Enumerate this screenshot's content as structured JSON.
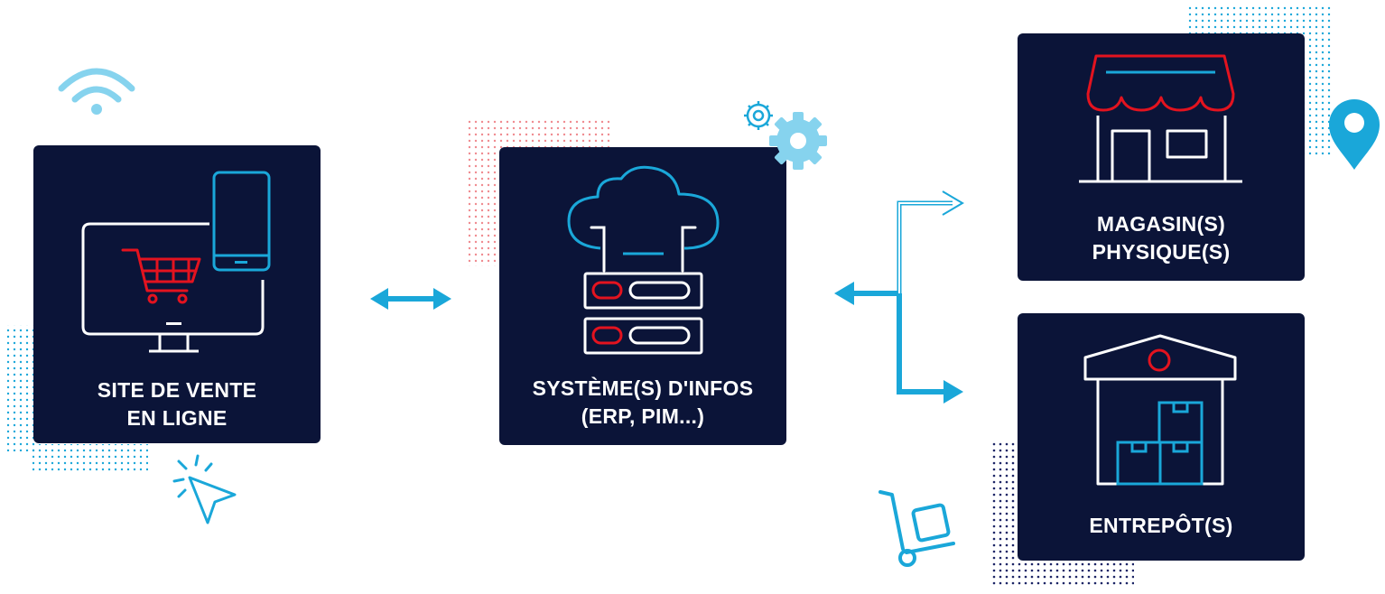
{
  "nodes": {
    "online_store": {
      "line1": "SITE DE VENTE",
      "line2": "EN LIGNE"
    },
    "info_system": {
      "line1": "SYSTÈME(S) D'INFOS",
      "line2": "(ERP, PIM...)"
    },
    "physical_store": {
      "line1": "MAGASIN(S)",
      "line2": "PHYSIQUE(S)"
    },
    "warehouse": {
      "line1": "ENTREPÔT(S)",
      "line2": ""
    }
  },
  "colors": {
    "card": "#0b1438",
    "accent_blue": "#1aa7d9",
    "light_blue": "#86d3ee",
    "red": "#e3131f",
    "dots_red": "#f08a8f",
    "dots_navy": "#1c2566"
  },
  "icons": [
    "wifi-icon",
    "cursor-click-icon",
    "gears-icon",
    "location-pin-icon",
    "hand-truck-icon",
    "monitor-cart-icon",
    "smartphone-icon",
    "cloud-server-icon",
    "storefront-icon",
    "warehouse-icon"
  ]
}
